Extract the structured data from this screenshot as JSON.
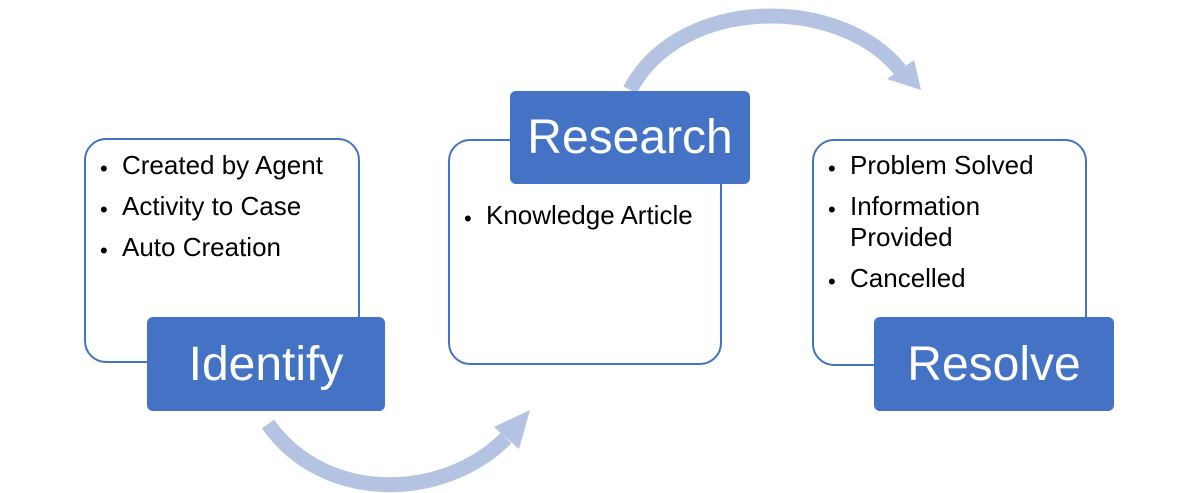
{
  "colors": {
    "box_fill": "#4472c4",
    "box_border": "#4472c4",
    "arrow": "#b4c3e2"
  },
  "steps": [
    {
      "label": "Identify",
      "bullets": [
        "Created by Agent",
        "Activity to Case",
        "Auto Creation"
      ]
    },
    {
      "label": "Research",
      "bullets": [
        "Knowledge Article"
      ]
    },
    {
      "label": "Resolve",
      "bullets": [
        "Problem Solved",
        "Information Provided",
        "Cancelled"
      ]
    }
  ],
  "bullet_glyph": "•"
}
